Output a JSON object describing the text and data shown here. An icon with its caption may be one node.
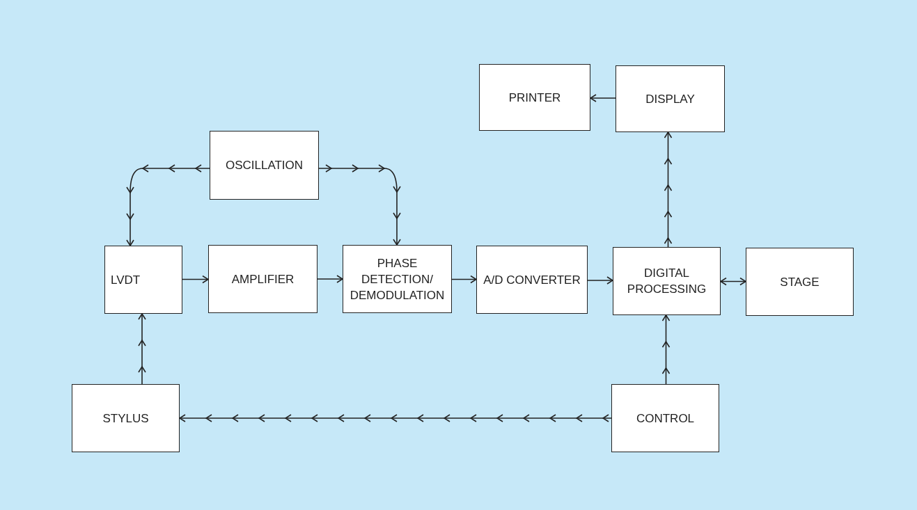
{
  "diagram": {
    "nodes": [
      {
        "text": [
          "PRINTER"
        ]
      },
      {
        "text": [
          "DISPLAY"
        ]
      },
      {
        "text": [
          "OSCILLATION"
        ]
      },
      {
        "text": [
          "LVDT"
        ]
      },
      {
        "text": [
          "AMPLIFIER"
        ]
      },
      {
        "text": [
          "PHASE DETECTION/ DEMODULATION"
        ]
      },
      {
        "text": [
          "A/D CONVERTER"
        ]
      },
      {
        "text": [
          "DIGITAL PROCESSING"
        ]
      },
      {
        "text": [
          "STAGE"
        ]
      },
      {
        "text": [
          "STYLUS"
        ]
      },
      {
        "text": [
          "CONTROL"
        ]
      }
    ],
    "edges": [
      {
        "from": 2,
        "to": 3,
        "arrow": "to"
      },
      {
        "from": 2,
        "to": 5,
        "arrow": "to"
      },
      {
        "from": 3,
        "to": 4,
        "arrow": "to"
      },
      {
        "from": 4,
        "to": 5,
        "arrow": "to"
      },
      {
        "from": 5,
        "to": 6,
        "arrow": "to"
      },
      {
        "from": 6,
        "to": 7,
        "arrow": "to"
      },
      {
        "from": 7,
        "to": 8,
        "arrow": "both"
      },
      {
        "from": 7,
        "to": 1,
        "arrow": "to"
      },
      {
        "from": 1,
        "to": 0,
        "arrow": "to"
      },
      {
        "from": 10,
        "to": 7,
        "arrow": "to"
      },
      {
        "from": 10,
        "to": 9,
        "arrow": "to"
      },
      {
        "from": 9,
        "to": 3,
        "arrow": "to"
      }
    ]
  }
}
